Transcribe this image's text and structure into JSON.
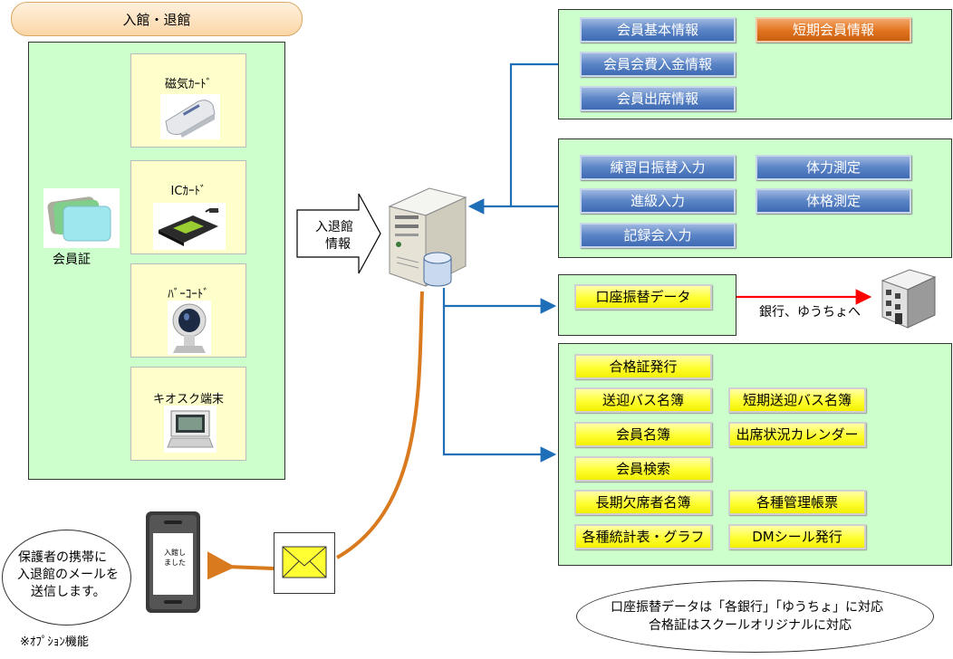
{
  "entry_exit": {
    "title": "入館・退館",
    "member_card_label": "会員証",
    "devices": [
      {
        "label": "磁気ｶｰﾄﾞ",
        "icon": "magnetic-card-reader-icon"
      },
      {
        "label": "ICｶｰﾄﾞ",
        "icon": "ic-card-reader-icon"
      },
      {
        "label": "ﾊﾞｰｺｰﾄﾞ",
        "icon": "barcode-scanner-icon"
      },
      {
        "label": "キオスク端末",
        "icon": "kiosk-terminal-icon"
      }
    ]
  },
  "arrow_info": {
    "line1": "入退館",
    "line2": "情報"
  },
  "panel_member": {
    "buttons": [
      "会員基本情報",
      "短期会員情報",
      "会員会費入金情報",
      "会員出席情報"
    ],
    "highlight_color": "#e0731e"
  },
  "panel_input": {
    "buttons": [
      "練習日振替入力",
      "体力測定",
      "進級入力",
      "体格測定",
      "記録会入力"
    ]
  },
  "panel_bank": {
    "button": "口座振替データ",
    "destination": "銀行、ゆうちょへ",
    "arrow_color": "#ff0000"
  },
  "panel_reports": {
    "buttons": [
      "合格証発行",
      "送迎バス名簿",
      "短期送迎バス名簿",
      "会員名簿",
      "出席状況カレンダー",
      "会員検索",
      "長期欠席者名簿",
      "各種管理帳票",
      "各種統計表・グラフ",
      "DMシール発行"
    ]
  },
  "mail": {
    "bubble_lines": [
      "保護者の携帯に",
      "入退館のメールを",
      "送信します。"
    ],
    "phone_screen_lines": [
      "入館し",
      "ました"
    ],
    "option_note": "※ｵﾌﾟｼｮﾝ機能",
    "line_color": "#d97a1e"
  },
  "note_ellipse": {
    "lines": [
      "口座振替データは「各銀行」「ゆうちょ」に対応",
      "合格証はスクールオリジナルに対応"
    ]
  },
  "connector_color": "#1f6fb8"
}
